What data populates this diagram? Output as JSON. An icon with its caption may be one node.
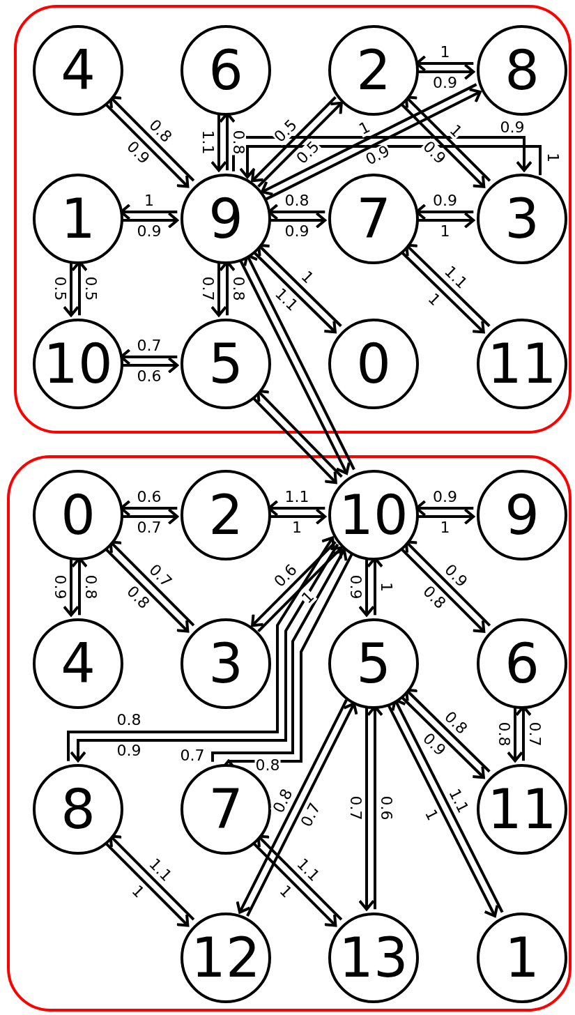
{
  "diagram": {
    "nodes": [
      {
        "text": [],
        "shape": "box"
      },
      {
        "text": [
          "4"
        ],
        "in": 0
      },
      {
        "text": [
          "6"
        ],
        "in": 0
      },
      {
        "text": [
          "2"
        ],
        "in": 0
      },
      {
        "text": [
          "8"
        ],
        "in": 0
      },
      {
        "text": [
          "1"
        ],
        "in": 0
      },
      {
        "text": [
          "9"
        ],
        "in": 0
      },
      {
        "text": [
          "7"
        ],
        "in": 0
      },
      {
        "text": [
          "3"
        ],
        "in": 0
      },
      {
        "text": [
          "10"
        ],
        "in": 0
      },
      {
        "text": [
          "5"
        ],
        "in": 0
      },
      {
        "text": [
          "0"
        ],
        "in": 0
      },
      {
        "text": [
          "11"
        ],
        "in": 0
      },
      {
        "text": [],
        "shape": "box"
      },
      {
        "text": [
          "0"
        ],
        "in": 13
      },
      {
        "text": [
          "2"
        ],
        "in": 13
      },
      {
        "text": [
          "10"
        ],
        "in": 13
      },
      {
        "text": [
          "9"
        ],
        "in": 13
      },
      {
        "text": [
          "4"
        ],
        "in": 13
      },
      {
        "text": [
          "3"
        ],
        "in": 13
      },
      {
        "text": [
          "5"
        ],
        "in": 13
      },
      {
        "text": [
          "6"
        ],
        "in": 13
      },
      {
        "text": [
          "8"
        ],
        "in": 13
      },
      {
        "text": [
          "7"
        ],
        "in": 13
      },
      {
        "text": [
          "11"
        ],
        "in": 13
      },
      {
        "text": [
          "12"
        ],
        "in": 13
      },
      {
        "text": [
          "13"
        ],
        "in": 13
      },
      {
        "text": [
          "1"
        ],
        "in": 13
      }
    ],
    "edges": [
      {
        "from": 1,
        "to": 6,
        "arrow": "to",
        "label": "0.9"
      },
      {
        "from": 6,
        "to": 1,
        "arrow": "to",
        "label": "0.8"
      },
      {
        "from": 2,
        "to": 6,
        "arrow": "to",
        "label": "1.1"
      },
      {
        "from": 6,
        "to": 2,
        "arrow": "to",
        "label": "0.8"
      },
      {
        "from": 3,
        "to": 4,
        "arrow": "to",
        "label": "0.9"
      },
      {
        "from": 4,
        "to": 3,
        "arrow": "to",
        "label": "1"
      },
      {
        "from": 3,
        "to": 8,
        "arrow": "to",
        "label": "0.9"
      },
      {
        "from": 8,
        "to": 3,
        "arrow": "to",
        "label": "1"
      },
      {
        "from": 6,
        "to": 3,
        "arrow": "to",
        "label": "0.5"
      },
      {
        "from": 3,
        "to": 6,
        "arrow": "to",
        "label": "0.5"
      },
      {
        "from": 6,
        "to": 4,
        "arrow": "to",
        "label": "0.9"
      },
      {
        "from": 4,
        "to": 6,
        "arrow": "to",
        "label": "1"
      },
      {
        "from": 6,
        "to": 8,
        "arrow": "to",
        "label": "0.9"
      },
      {
        "from": 8,
        "to": 6,
        "arrow": "to",
        "label": "1"
      },
      {
        "from": 6,
        "to": 5,
        "arrow": "to",
        "label": "1"
      },
      {
        "from": 5,
        "to": 6,
        "arrow": "to",
        "label": "0.9"
      },
      {
        "from": 7,
        "to": 6,
        "arrow": "to",
        "label": "0.8"
      },
      {
        "from": 6,
        "to": 7,
        "arrow": "to",
        "label": "0.9"
      },
      {
        "from": 8,
        "to": 7,
        "arrow": "to",
        "label": "0.9"
      },
      {
        "from": 7,
        "to": 8,
        "arrow": "to",
        "label": "1"
      },
      {
        "from": 5,
        "to": 9,
        "arrow": "to",
        "label": "0.5"
      },
      {
        "from": 9,
        "to": 5,
        "arrow": "to",
        "label": "0.5"
      },
      {
        "from": 6,
        "to": 10,
        "arrow": "to",
        "label": "0.7"
      },
      {
        "from": 10,
        "to": 6,
        "arrow": "to",
        "label": "0.8"
      },
      {
        "from": 6,
        "to": 11,
        "arrow": "to",
        "label": "1.1"
      },
      {
        "from": 11,
        "to": 6,
        "arrow": "to",
        "label": "1"
      },
      {
        "from": 7,
        "to": 12,
        "arrow": "to",
        "label": "1"
      },
      {
        "from": 12,
        "to": 7,
        "arrow": "to",
        "label": "1.1"
      },
      {
        "from": 10,
        "to": 9,
        "arrow": "to",
        "label": "0.7"
      },
      {
        "from": 9,
        "to": 10,
        "arrow": "to",
        "label": "0.6"
      },
      {
        "from": 6,
        "to": 16,
        "arrow": "to"
      },
      {
        "from": 16,
        "to": 6,
        "arrow": "to"
      },
      {
        "from": 10,
        "to": 16,
        "arrow": "to"
      },
      {
        "from": 16,
        "to": 10,
        "arrow": "to"
      },
      {
        "from": 15,
        "to": 14,
        "arrow": "to",
        "label": "0.6"
      },
      {
        "from": 14,
        "to": 15,
        "arrow": "to",
        "label": "0.7"
      },
      {
        "from": 16,
        "to": 15,
        "arrow": "to",
        "label": "1.1"
      },
      {
        "from": 15,
        "to": 16,
        "arrow": "to",
        "label": "1"
      },
      {
        "from": 17,
        "to": 16,
        "arrow": "to",
        "label": "0.9"
      },
      {
        "from": 16,
        "to": 17,
        "arrow": "to",
        "label": "1"
      },
      {
        "from": 14,
        "to": 18,
        "arrow": "to",
        "label": "0.9"
      },
      {
        "from": 18,
        "to": 14,
        "arrow": "to",
        "label": "0.8"
      },
      {
        "from": 14,
        "to": 19,
        "arrow": "to",
        "label": "0.8"
      },
      {
        "from": 19,
        "to": 14,
        "arrow": "to",
        "label": "0.7"
      },
      {
        "from": 19,
        "to": 16,
        "arrow": "to",
        "label": "1"
      },
      {
        "from": 16,
        "to": 19,
        "arrow": "to",
        "label": "0.6"
      },
      {
        "from": 16,
        "to": 20,
        "arrow": "to",
        "label": "0.9"
      },
      {
        "from": 20,
        "to": 16,
        "arrow": "to",
        "label": "1"
      },
      {
        "from": 16,
        "to": 21,
        "arrow": "to",
        "label": "0.8"
      },
      {
        "from": 21,
        "to": 16,
        "arrow": "to",
        "label": "0.9"
      },
      {
        "from": 22,
        "to": 16,
        "arrow": "to",
        "label": "0.8"
      },
      {
        "from": 16,
        "to": 22,
        "arrow": "to",
        "label": "0.9"
      },
      {
        "from": 23,
        "to": 16,
        "arrow": "to",
        "label": "0.7"
      },
      {
        "from": 16,
        "to": 23,
        "arrow": "to",
        "label": "0.8"
      },
      {
        "from": 20,
        "to": 25,
        "arrow": "to",
        "label": "0.8"
      },
      {
        "from": 25,
        "to": 20,
        "arrow": "to",
        "label": "0.7"
      },
      {
        "from": 20,
        "to": 26,
        "arrow": "to",
        "label": "0.7"
      },
      {
        "from": 26,
        "to": 20,
        "arrow": "to",
        "label": "0.6"
      },
      {
        "from": 20,
        "to": 27,
        "arrow": "to",
        "label": "1"
      },
      {
        "from": 27,
        "to": 20,
        "arrow": "to",
        "label": "1.1"
      },
      {
        "from": 20,
        "to": 24,
        "arrow": "to",
        "label": "0.9"
      },
      {
        "from": 24,
        "to": 20,
        "arrow": "to",
        "label": "0.8"
      },
      {
        "from": 21,
        "to": 24,
        "arrow": "to",
        "label": "0.8"
      },
      {
        "from": 24,
        "to": 21,
        "arrow": "to",
        "label": "0.7"
      },
      {
        "from": 22,
        "to": 25,
        "arrow": "to",
        "label": "1"
      },
      {
        "from": 25,
        "to": 22,
        "arrow": "to",
        "label": "1.1"
      },
      {
        "from": 23,
        "to": 26,
        "arrow": "to",
        "label": "1"
      },
      {
        "from": 26,
        "to": 23,
        "arrow": "to",
        "label": "1.1"
      }
    ]
  }
}
